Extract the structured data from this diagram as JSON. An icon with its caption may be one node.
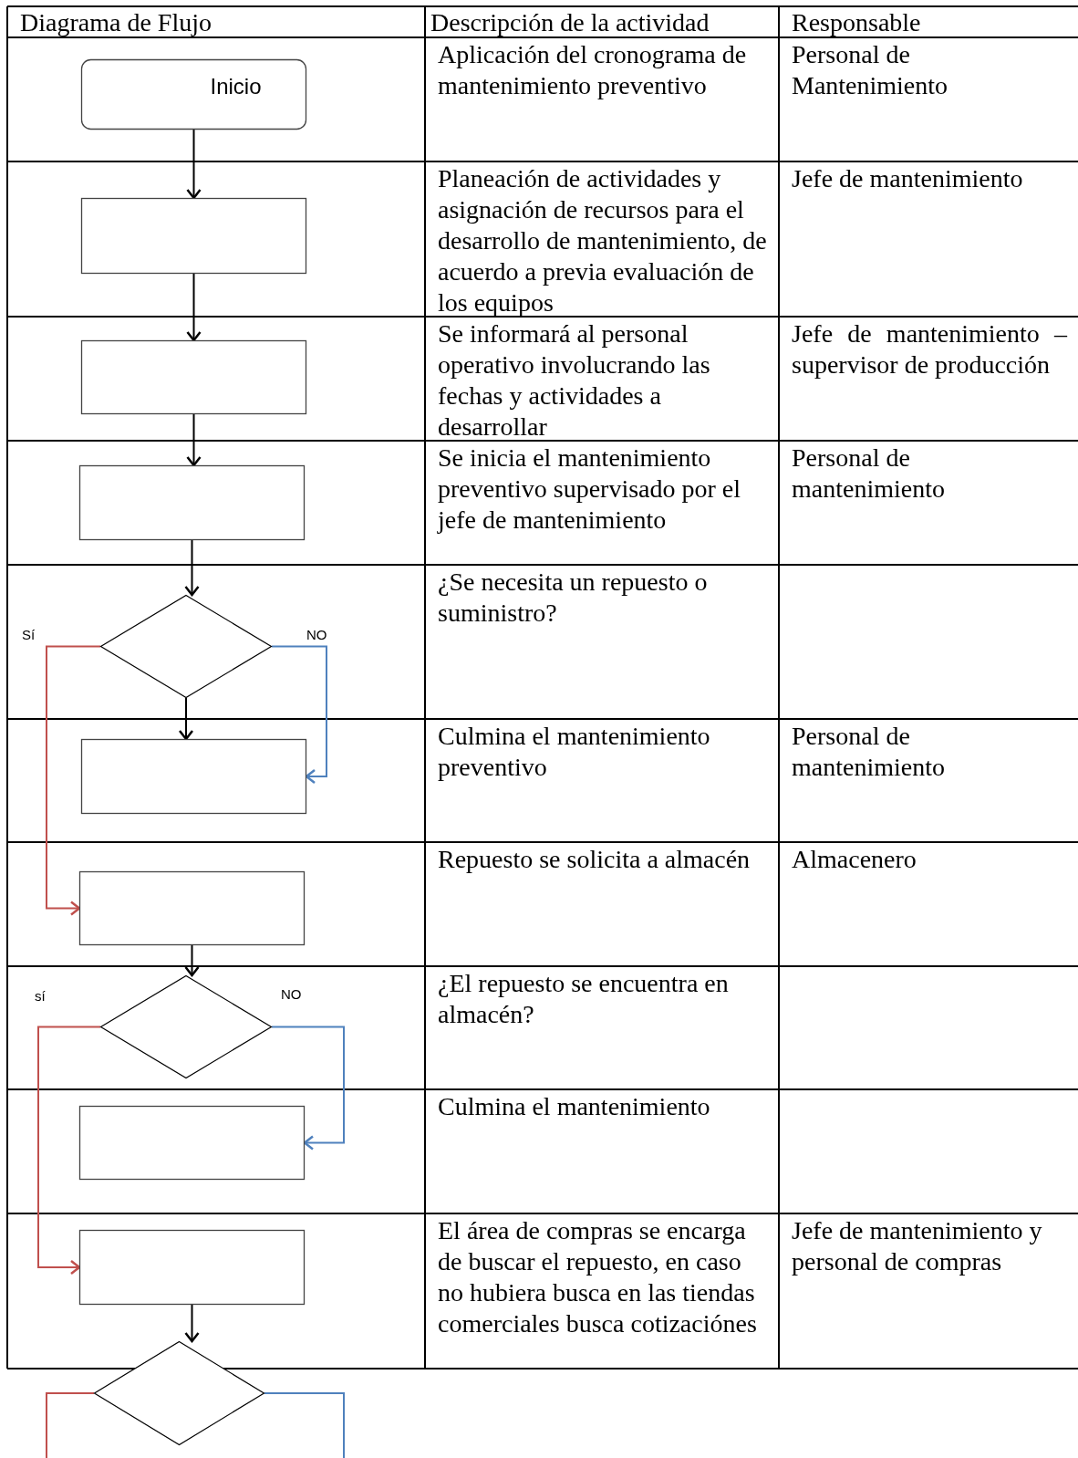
{
  "diagram": {
    "nodes": [
      {
        "text": [
          "Inicio"
        ]
      },
      {
        "text": [],
        "shape": "box"
      },
      {
        "text": [],
        "shape": "box"
      },
      {
        "text": [],
        "shape": "box"
      },
      {
        "text": [],
        "shape": "diamond"
      },
      {
        "text": [],
        "shape": "box"
      },
      {
        "text": [],
        "shape": "box"
      },
      {
        "text": [],
        "shape": "diamond"
      },
      {
        "text": [],
        "shape": "box"
      },
      {
        "text": [],
        "shape": "box"
      },
      {
        "text": [],
        "shape": "diamond"
      }
    ],
    "edges": [
      {
        "from": 0,
        "to": 1,
        "arrow": "to"
      },
      {
        "from": 1,
        "to": 2,
        "arrow": "to"
      },
      {
        "from": 2,
        "to": 3,
        "arrow": "to"
      },
      {
        "from": 3,
        "to": 4,
        "arrow": "to"
      },
      {
        "from": 4,
        "to": 5,
        "arrow": "to"
      },
      {
        "from": 4,
        "to": 6,
        "arrow": "to",
        "color": "#c0504d"
      },
      {
        "from": 4,
        "to": 5,
        "arrow": "to",
        "color": "#4f81bd"
      },
      {
        "from": 6,
        "to": 7,
        "arrow": "to"
      },
      {
        "from": 7,
        "to": 9,
        "arrow": "to",
        "color": "#c0504d"
      },
      {
        "from": 7,
        "to": 8,
        "arrow": "to",
        "color": "#4f81bd"
      },
      {
        "from": 9,
        "to": 10,
        "arrow": "to"
      },
      {
        "from": 10,
        "to": null,
        "arrow": "none",
        "color": "#c0504d"
      },
      {
        "from": 10,
        "to": null,
        "arrow": "none",
        "color": "#4f81bd"
      }
    ],
    "labels": [
      "Diagrama de Flujo",
      "Descripción de la actividad",
      "Responsable",
      "Aplicación del cronograma de mantenimiento preventivo",
      "Personal de Mantenimiento",
      "Planeación de actividades y asignación de recursos para el desarrollo de mantenimiento, de acuerdo a previa evaluación de los equipos",
      "Jefe de mantenimiento",
      "Se informará al personal operativo involucrando las fechas y actividades a desarrollar",
      "Jefe de mantenimiento – supervisor de producción",
      "Se inicia el mantenimiento preventivo supervisado por el jefe de mantenimiento",
      "Personal de mantenimiento",
      "Sí",
      "NO",
      "¿Se necesita un repuesto o suministro?",
      "Culmina el mantenimiento preventivo",
      "Personal de mantenimiento",
      "Repuesto se solicita a almacén",
      "Almacenero",
      "sí",
      "NO",
      "¿El repuesto se encuentra en almacén?",
      "Culmina el mantenimiento",
      "El área de compras se encarga de buscar el repuesto, en caso no hubiera busca en las tiendas comerciales busca cotizaciónes",
      "Jefe de mantenimiento y personal de compras"
    ]
  }
}
